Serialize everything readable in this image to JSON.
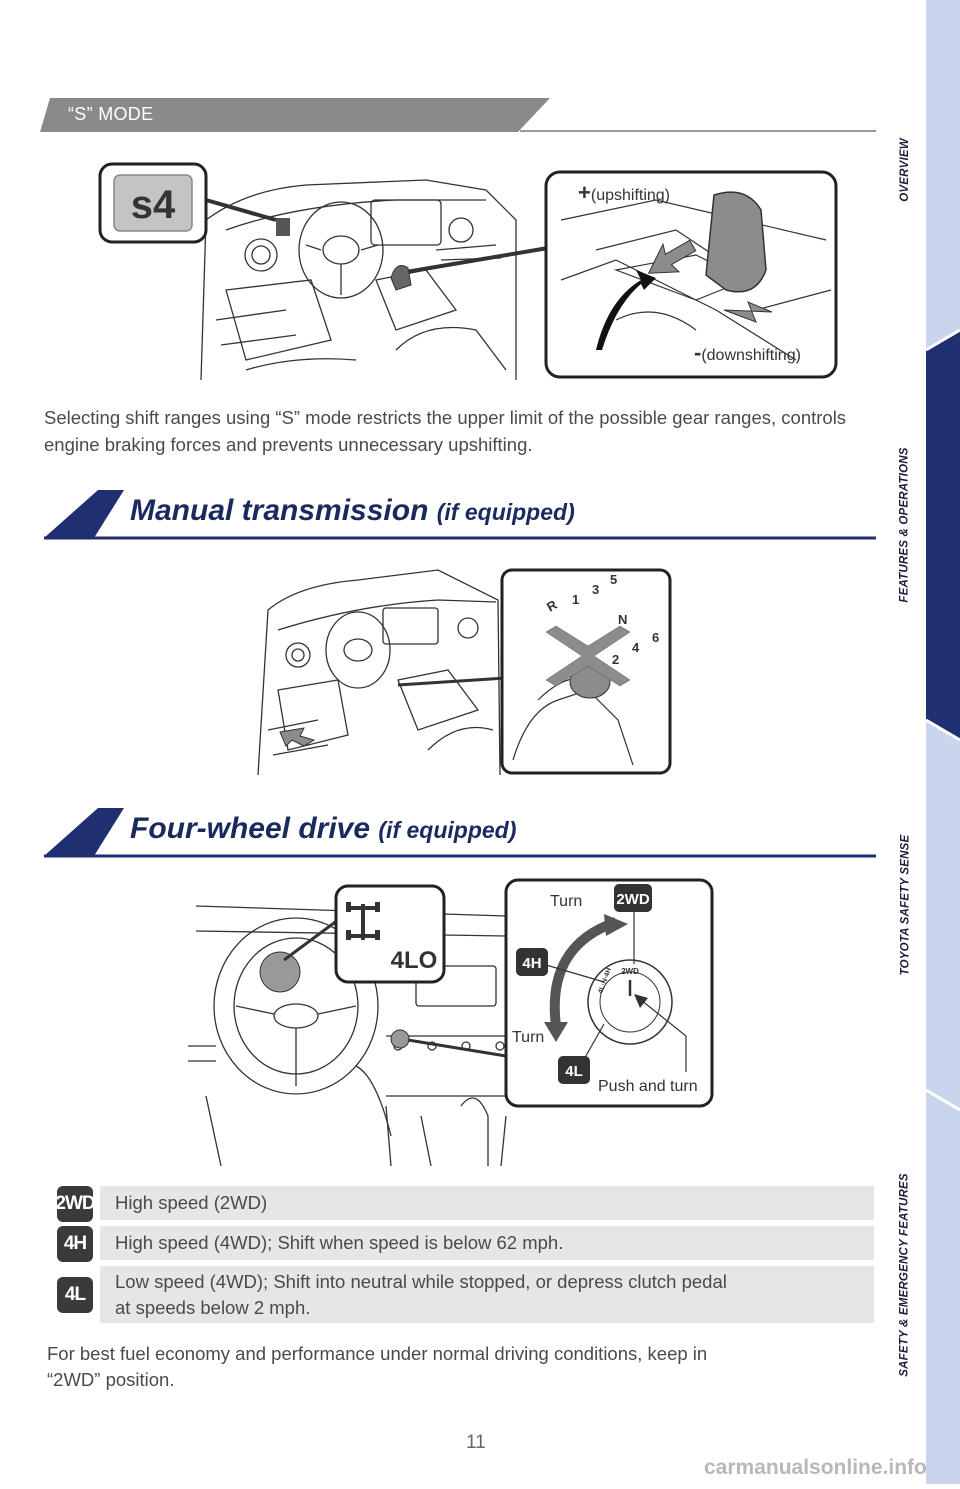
{
  "header": {
    "tab_label": "“S” MODE"
  },
  "sidebar": {
    "items": [
      {
        "label": "OVERVIEW"
      },
      {
        "label": "FEATURES & OPERATIONS"
      },
      {
        "label": "TOYOTA SAFETY SENSE"
      },
      {
        "label": "SAFETY & EMERGENCY FEATURES"
      }
    ],
    "active_index": 1,
    "colors": {
      "inactive": "#c9d5ec",
      "active": "#1f2f72"
    }
  },
  "smode": {
    "badge_text": "s4",
    "upshift_symbol": "+",
    "upshift_label": "(upshifting)",
    "downshift_symbol": "-",
    "downshift_label": "(downshifting)",
    "description": "Selecting shift ranges using “S” mode restricts the upper limit of the possible gear ranges, controls engine braking forces and prevents unnecessary upshifting."
  },
  "manual": {
    "title": "Manual transmission",
    "qualifier": "(if equipped)",
    "gears": [
      "R",
      "1",
      "3",
      "5",
      "N",
      "2",
      "4",
      "6"
    ]
  },
  "fourwd": {
    "title": "Four-wheel drive",
    "qualifier": "(if equipped)",
    "indicator_text": "4LO",
    "dial": {
      "turn_top": "Turn",
      "turn_bottom": "Turn",
      "push_and_turn": "Push and turn",
      "badge_2wd": "2WD",
      "badge_4h": "4H",
      "badge_4l": "4L",
      "knob_top": "2WD",
      "knob_side": "4L·N·4H"
    }
  },
  "modes": [
    {
      "badge": "2WD",
      "text": "High speed (2WD)"
    },
    {
      "badge": "4H",
      "text": "High speed (4WD); Shift when speed is below 62 mph."
    },
    {
      "badge": "4L",
      "text_line1": "Low speed (4WD); Shift into neutral while stopped, or depress clutch pedal",
      "text_line2": "at speeds below 2 mph."
    }
  ],
  "footer_note_line1": "For best fuel economy and performance under normal driving conditions, keep in",
  "footer_note_line2": "“2WD” position.",
  "page_number": "11",
  "watermark": "carmanualsonline.info",
  "colors": {
    "accent_blue": "#1f2f72",
    "header_gray": "#8a8a8a",
    "row_gray": "#e6e6e6"
  }
}
